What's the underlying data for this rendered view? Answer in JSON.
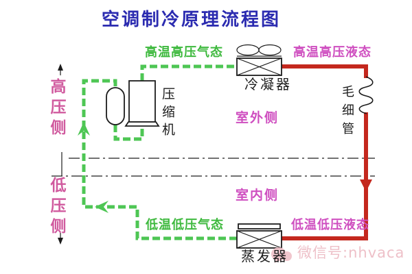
{
  "title": "空调制冷原理流程图",
  "colors": {
    "title-blue": "#2b2bb0",
    "pipe-green": "#4ec654",
    "pipe-red": "#c4281e",
    "label-green": "#3eb93e",
    "label-magenta": "#cf4fc0",
    "label-rose": "#d05a9e",
    "ink": "#1c1c1c",
    "watermark-pink": "#eec0c8"
  },
  "labels": {
    "flow_gas_high": "高温高压气态",
    "flow_liquid_high": "高温高压液态",
    "flow_gas_low": "低温低压气态",
    "flow_liquid_low": "低温低压液态",
    "zone_outdoor": "室外侧",
    "zone_indoor": "室内侧",
    "side_high": "高压侧",
    "side_low": "低压侧"
  },
  "components": {
    "condenser": "冷凝器",
    "compressor": "压缩机",
    "evaporator": "蒸发器",
    "capillary": "毛细管"
  },
  "watermark": {
    "text": "微信号:nhvaca",
    "icon": "wechat-icon"
  }
}
